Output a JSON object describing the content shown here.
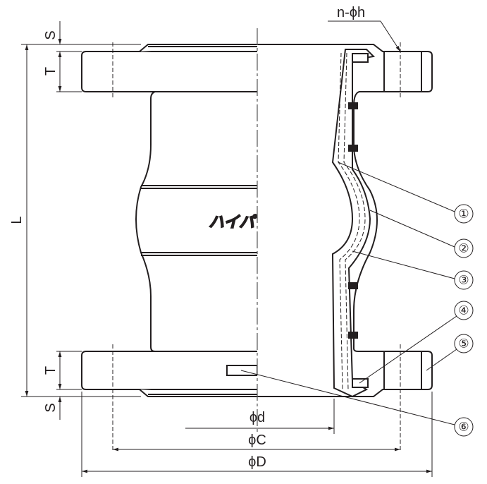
{
  "dimensions": {
    "s_top": "S",
    "t_top": "T",
    "length": "L",
    "t_bottom": "T",
    "s_bottom": "S",
    "bolt_holes": "n-ϕh",
    "inner_diameter": "ϕd",
    "bolt_circle": "ϕC",
    "outer_diameter": "ϕD"
  },
  "callouts": [
    "①",
    "②",
    "③",
    "④",
    "⑤",
    "⑥"
  ],
  "logo": "ハイパ"
}
